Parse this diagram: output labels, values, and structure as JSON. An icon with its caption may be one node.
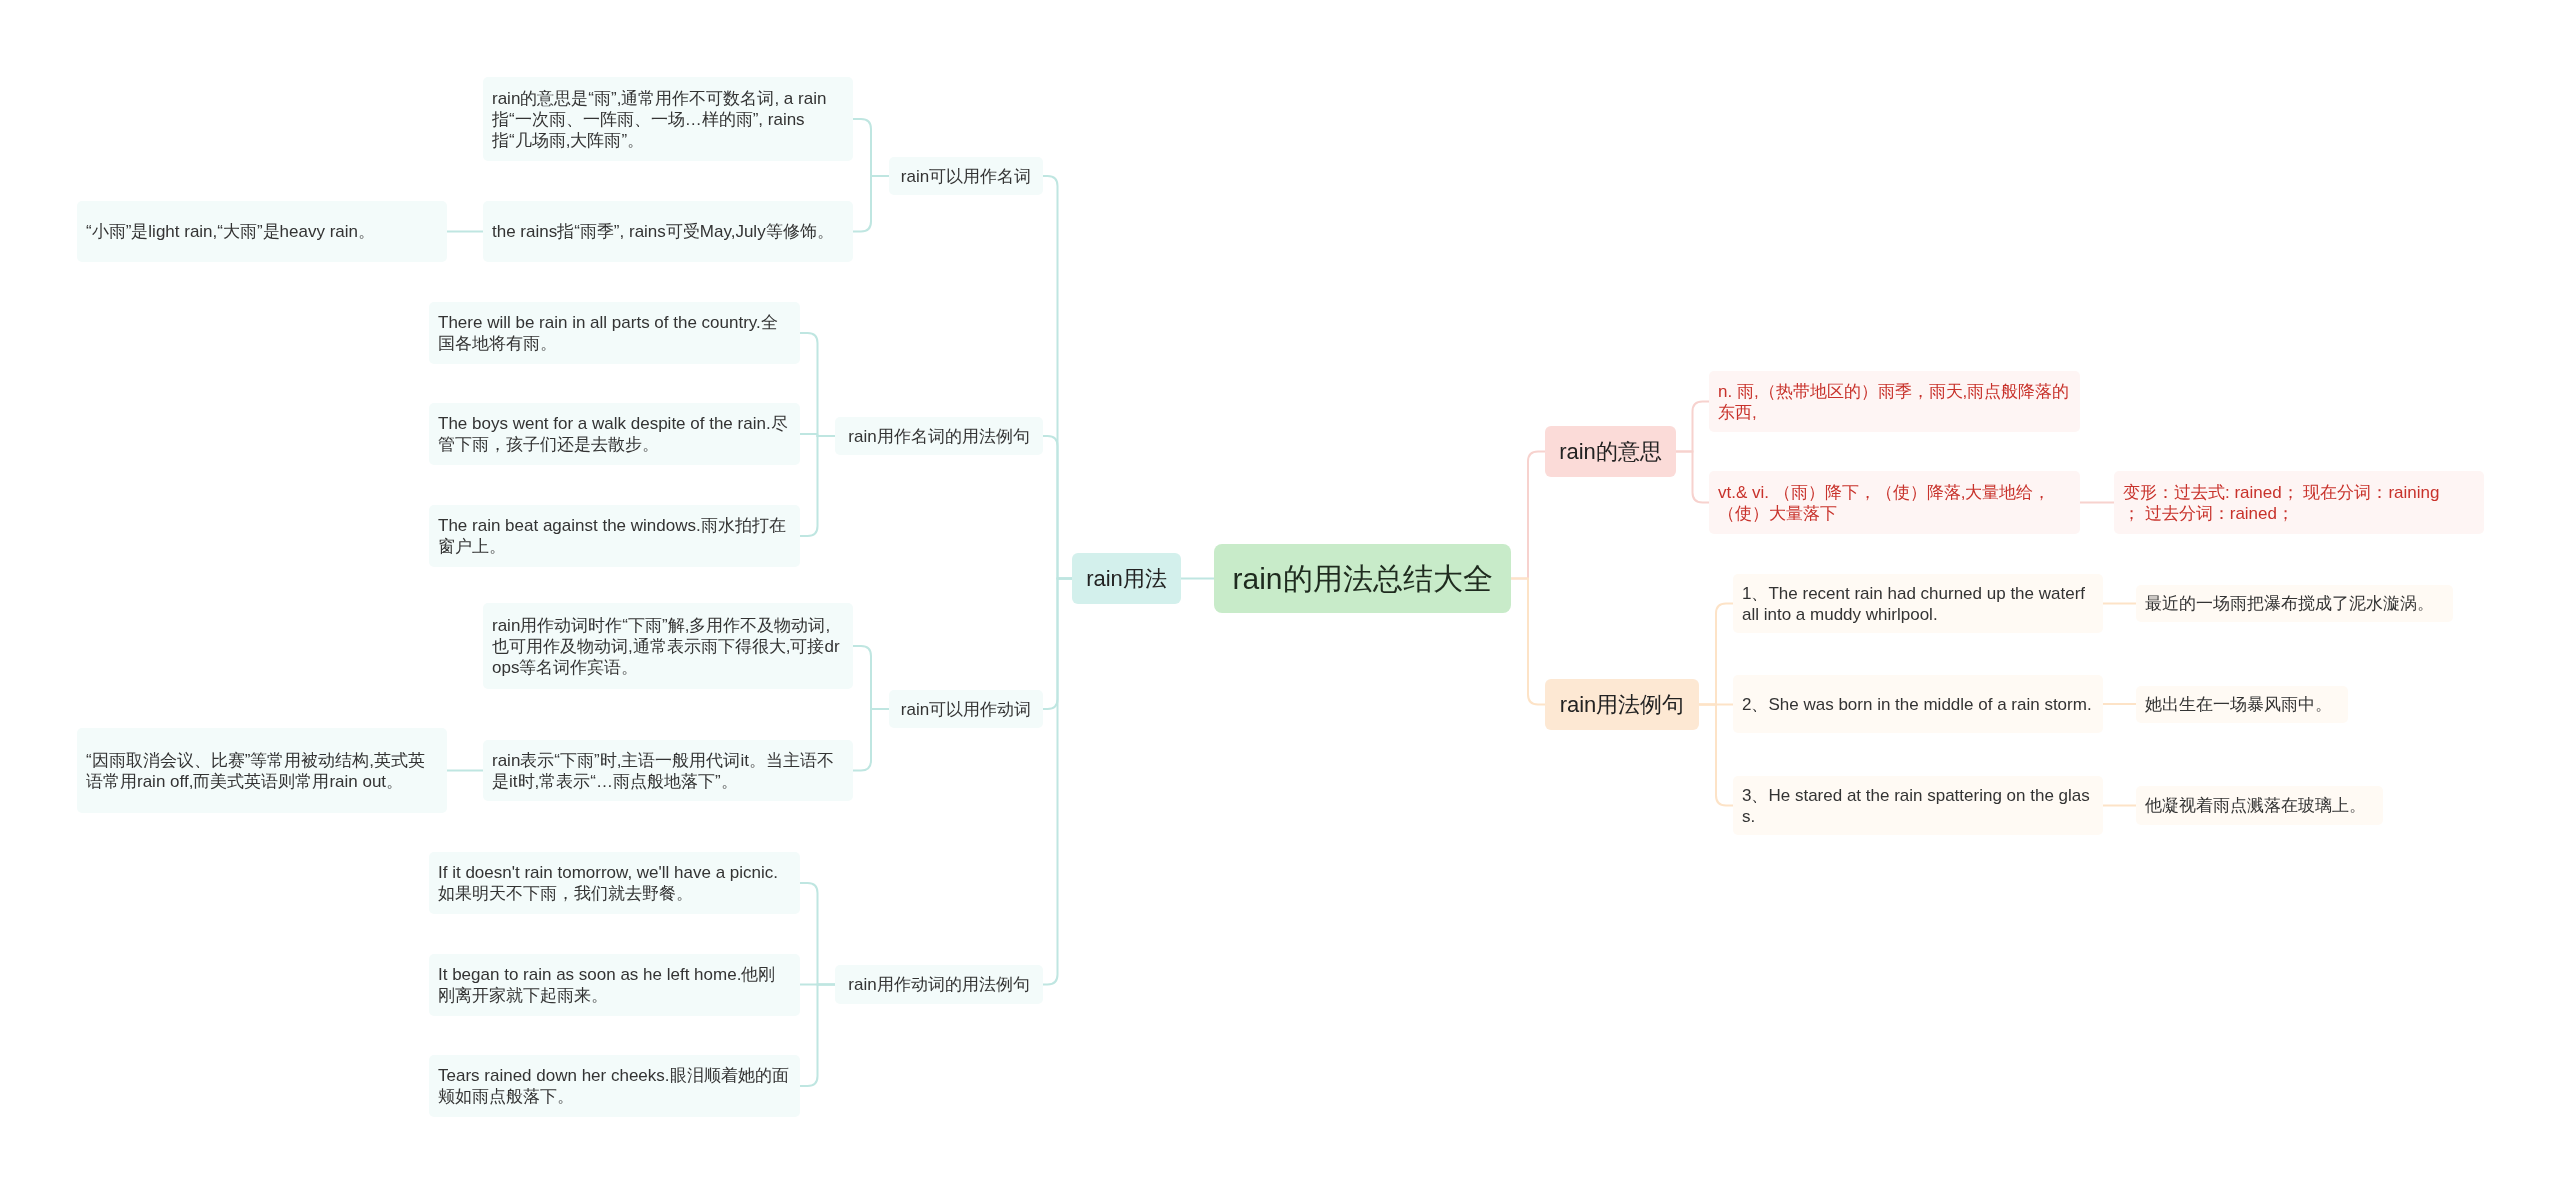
{
  "diagram": {
    "nodes": [
      {
        "text": [
          "rain的用法总结大全"
        ]
      },
      {
        "text": [
          "rain用法"
        ]
      },
      {
        "text": [
          "rain可以用作名词"
        ]
      },
      {
        "text": [
          "rain的意思是“雨”,通常用作不可数名词, a rain指“一次雨、一阵雨、一场…样的雨”, rains指“几场雨,大阵雨”。"
        ]
      },
      {
        "text": [
          "the rains指“雨季”, rains可受May,July等修饰。"
        ]
      },
      {
        "text": [
          "“小雨”是light rain,“大雨”是heavy rain。"
        ]
      },
      {
        "text": [
          "rain用作名词的用法例句"
        ]
      },
      {
        "text": [
          "There will be rain in all parts of the country.全国各地将有雨。"
        ]
      },
      {
        "text": [
          "The boys went for a walk despite of the rain.尽管下雨，孩子们还是去散步。"
        ]
      },
      {
        "text": [
          "The rain beat against the windows.雨水拍打在窗户上。"
        ]
      },
      {
        "text": [
          "rain可以用作动词"
        ]
      },
      {
        "text": [
          "rain用作动词时作“下雨”解,多用作不及物动词,也可用作及物动词,通常表示雨下得很大,可接drops等名词作宾语。"
        ]
      },
      {
        "text": [
          "rain表示“下雨”时,主语一般用代词it。当主语不是it时,常表示“…雨点般地落下”。"
        ]
      },
      {
        "text": [
          "“因雨取消会议、比赛”等常用被动结构,英式英语常用rain off,而美式英语则常用rain out。"
        ]
      },
      {
        "text": [
          "rain用作动词的用法例句"
        ]
      },
      {
        "text": [
          "If it doesn't rain tomorrow, we'll have a picnic.如果明天不下雨，我们就去野餐。"
        ]
      },
      {
        "text": [
          "It began to rain as soon as he left home.他刚刚离开家就下起雨来。"
        ]
      },
      {
        "text": [
          "Tears rained down her cheeks.眼泪顺着她的面颊如雨点般落下。"
        ]
      },
      {
        "text": [
          "rain的意思"
        ]
      },
      {
        "text": [
          "n. 雨,（热带地区的）雨季，雨天,雨点般降落的东西,"
        ]
      },
      {
        "text": [
          "vt.& vi. （雨）降下，（使）降落,大量地给，（使）大量落下"
        ]
      },
      {
        "text": [
          "变形：过去式: rained； 现在分词：raining； 过去分词：rained；"
        ]
      },
      {
        "text": [
          "rain用法例句"
        ]
      },
      {
        "text": [
          "1、The recent rain had churned up the waterfall into a muddy whirlpool."
        ]
      },
      {
        "text": [
          "最近的一场雨把瀑布搅成了泥水漩涡。"
        ]
      },
      {
        "text": [
          "2、She was born in the middle of a rain storm."
        ]
      },
      {
        "text": [
          "她出生在一场暴风雨中。"
        ]
      },
      {
        "text": [
          "3、He stared at the rain spattering on the glass."
        ]
      },
      {
        "text": [
          "他凝视着雨点溅落在玻璃上。"
        ]
      }
    ],
    "edges": [
      {
        "from": 0,
        "to": 1,
        "arrow": "none"
      },
      {
        "from": 1,
        "to": 2,
        "arrow": "none"
      },
      {
        "from": 2,
        "to": 3,
        "arrow": "none"
      },
      {
        "from": 2,
        "to": 4,
        "arrow": "none"
      },
      {
        "from": 4,
        "to": 5,
        "arrow": "none"
      },
      {
        "from": 1,
        "to": 6,
        "arrow": "none"
      },
      {
        "from": 6,
        "to": 7,
        "arrow": "none"
      },
      {
        "from": 6,
        "to": 8,
        "arrow": "none"
      },
      {
        "from": 6,
        "to": 9,
        "arrow": "none"
      },
      {
        "from": 1,
        "to": 10,
        "arrow": "none"
      },
      {
        "from": 10,
        "to": 11,
        "arrow": "none"
      },
      {
        "from": 10,
        "to": 12,
        "arrow": "none"
      },
      {
        "from": 12,
        "to": 13,
        "arrow": "none"
      },
      {
        "from": 1,
        "to": 14,
        "arrow": "none"
      },
      {
        "from": 14,
        "to": 15,
        "arrow": "none"
      },
      {
        "from": 14,
        "to": 16,
        "arrow": "none"
      },
      {
        "from": 14,
        "to": 17,
        "arrow": "none"
      },
      {
        "from": 0,
        "to": 18,
        "arrow": "none",
        "color": "#f7d2ce"
      },
      {
        "from": 18,
        "to": 19,
        "arrow": "none",
        "color": "#f7d2ce"
      },
      {
        "from": 18,
        "to": 20,
        "arrow": "none",
        "color": "#f7d2ce"
      },
      {
        "from": 20,
        "to": 21,
        "arrow": "none",
        "color": "#f7d2ce"
      },
      {
        "from": 0,
        "to": 22,
        "arrow": "none",
        "color": "#fde3c7"
      },
      {
        "from": 22,
        "to": 23,
        "arrow": "none",
        "color": "#fde3c7"
      },
      {
        "from": 22,
        "to": 25,
        "arrow": "none",
        "color": "#fde3c7"
      },
      {
        "from": 22,
        "to": 27,
        "arrow": "none",
        "color": "#fde3c7"
      },
      {
        "from": 23,
        "to": 24,
        "arrow": "none",
        "color": "#fde3c7"
      },
      {
        "from": 25,
        "to": 26,
        "arrow": "none",
        "color": "#fde3c7"
      },
      {
        "from": 27,
        "to": 28,
        "arrow": "none",
        "color": "#fde3c7"
      }
    ]
  }
}
